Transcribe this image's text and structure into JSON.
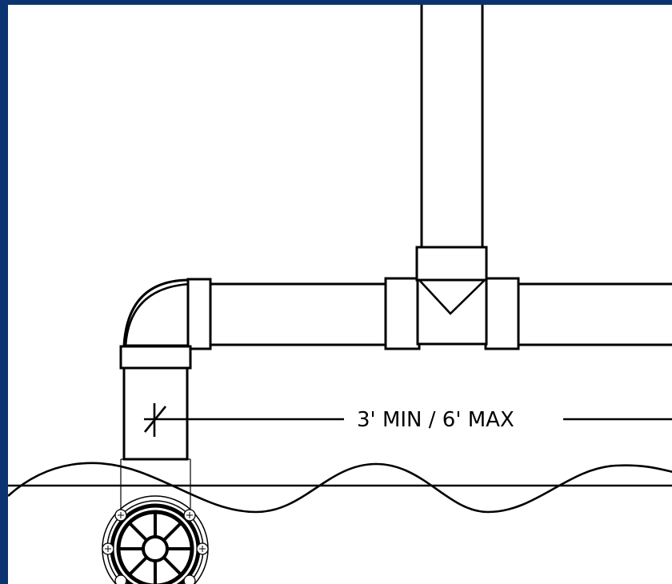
{
  "dimension": {
    "label": "3' MIN / 6' MAX"
  },
  "colors": {
    "frame": "#0b3470",
    "background": "#ffffff",
    "ink": "#000000"
  },
  "components": [
    "riser-pipe",
    "tee-fitting",
    "horizontal-pipe",
    "elbow-fitting",
    "downpipe",
    "ground-line",
    "floor-drain"
  ]
}
